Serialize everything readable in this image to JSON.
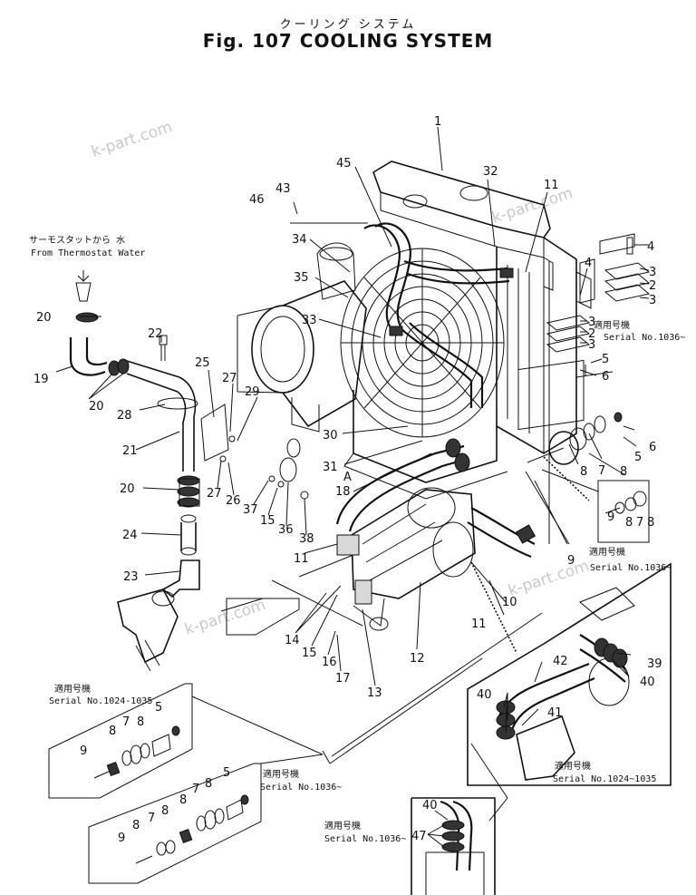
{
  "header": {
    "jp_title": "クーリング システム",
    "title": "Fig. 107 COOLING SYSTEM"
  },
  "watermark": "k-part.com",
  "notes": {
    "thermo_jp": "サーモスタットから 水",
    "thermo_en": "From Thermostat Water",
    "serial_1036_jp": "適用号機",
    "serial_1036": "Serial No.1036~",
    "serial_1024_jp": "適用号機",
    "serial_1024": "Serial No.1024-1035",
    "serial_1024b": "Serial No.1024~1035",
    "section_a": "A"
  },
  "callouts": {
    "c1": "1",
    "c2": "2",
    "c3": "3",
    "c4": "4",
    "c5": "5",
    "c6": "6",
    "c7": "7",
    "c8": "8",
    "c9": "9",
    "c10": "10",
    "c11": "11",
    "c12": "12",
    "c13": "13",
    "c14": "14",
    "c15": "15",
    "c16": "16",
    "c17": "17",
    "c18": "18",
    "c19": "19",
    "c20": "20",
    "c21": "21",
    "c22": "22",
    "c23": "23",
    "c24": "24",
    "c25": "25",
    "c26": "26",
    "c27": "27",
    "c28": "28",
    "c29": "29",
    "c30": "30",
    "c31": "31",
    "c32": "32",
    "c33": "33",
    "c34": "34",
    "c35": "35",
    "c36": "36",
    "c37": "37",
    "c38": "38",
    "c39": "39",
    "c40": "40",
    "c41": "41",
    "c42": "42",
    "c43": "43",
    "c45": "45",
    "c46": "46",
    "c47": "47"
  }
}
